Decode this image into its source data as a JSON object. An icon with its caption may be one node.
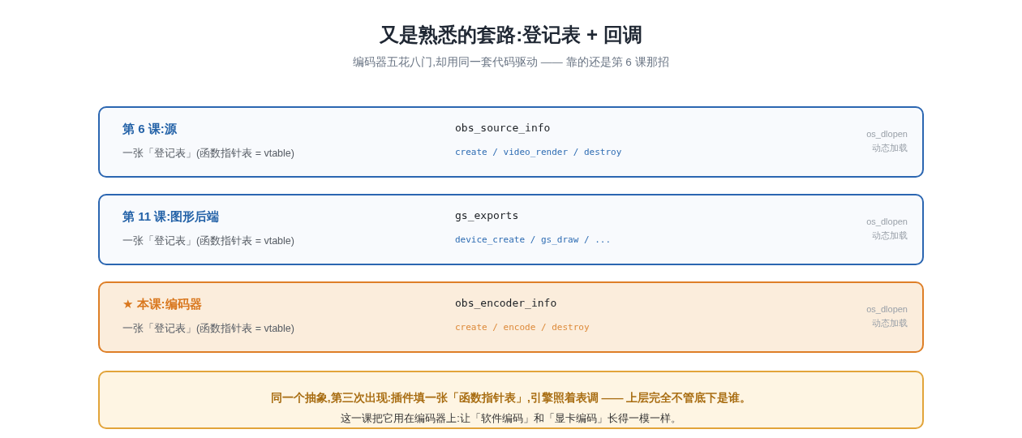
{
  "diagram": {
    "title": "又是熟悉的套路:登记表 + 回调",
    "nodes": [
      {
        "text": [
          "第 6 课:源",
          "一张「登记表」(函数指针表 = vtable)",
          "obs_source_info",
          "create / video_render / destroy",
          "os_dlopen",
          "动态加载"
        ]
      },
      {
        "text": [
          "第 11 课:图形后端",
          "一张「登记表」(函数指针表 = vtable)",
          "gs_exports",
          "device_create / gs_draw / ...",
          "os_dlopen",
          "动态加载"
        ]
      },
      {
        "text": [
          "★ 本课:编码器",
          "一张「登记表」(函数指针表 = vtable)",
          "obs_encoder_info",
          "create / encode / destroy",
          "os_dlopen",
          "动态加载"
        ]
      },
      {
        "text": [
          "同一个抽象,第三次出现:插件填一张「函数指针表」,引擎照着表调 —— 上层完全不管底下是谁。",
          "这一课把它用在编码器上:让「软件编码」和「显卡编码」长得一模一样。"
        ]
      }
    ],
    "labels": [
      "编码器五花八门,却用同一套代码驱动 —— 靠的还是第 6 课那招"
    ]
  }
}
